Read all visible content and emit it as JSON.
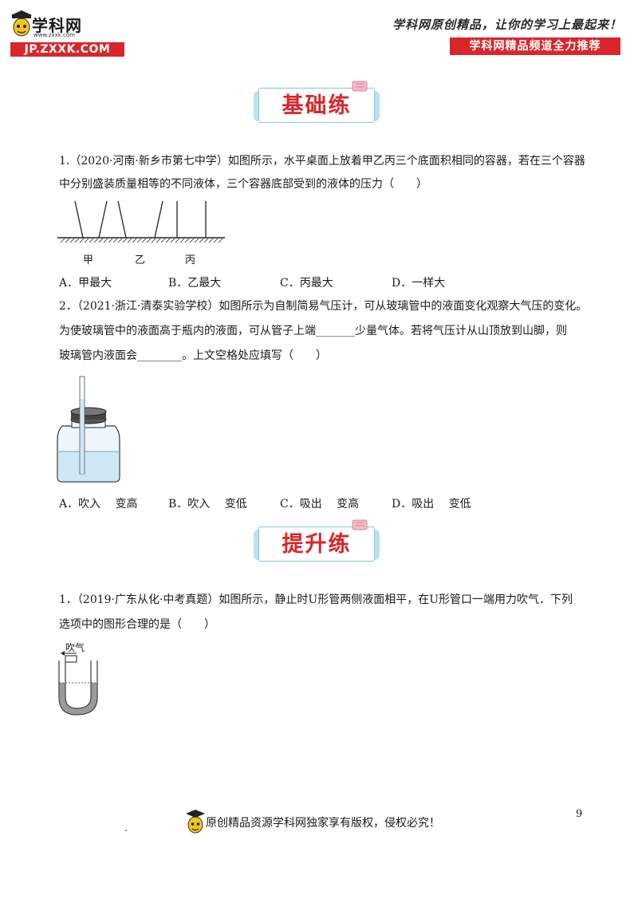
{
  "header": {
    "logo_name": "学科网",
    "logo_small_url": "www.zxxk.com",
    "logo_url": "JP.ZXXK.COM",
    "slogan": "学科网原创精品，让你的学习上最起来！",
    "recommend": "学科网精品频道全力推荐"
  },
  "sections": {
    "basic_title": "基础练",
    "advanced_title": "提升练"
  },
  "q1": {
    "line1": "1.（2020·河南·新乡市第七中学）如图所示，水平桌面上放着甲乙丙三个底面积相同的容器，若在三个容器",
    "line2": "中分别盛装质量相等的不同液体，三个容器底部受到的液体的压力（　　）",
    "labels": [
      "甲",
      "乙",
      "丙"
    ],
    "options": [
      "A．甲最大",
      "B．乙最大",
      "C．丙最大",
      "D．一样大"
    ]
  },
  "q2": {
    "line1": "2．（2021·浙江·清泰实验学校）如图所示为自制简易气压计，可从玻璃管中的液面变化观察大气压的变化。",
    "line2": "为使玻璃管中的液面高于瓶内的液面，可从管子上端_______少量气体。若将气压计从山顶放到山脚，则",
    "line3": "玻璃管内液面会________。上文空格处应填写（　　）",
    "options": [
      "A．吹入　 变高",
      "B．吹入　 变低",
      "C．吸出　 变高",
      "D．吸出　 变低"
    ]
  },
  "q3": {
    "line1": "1．（2019·广东从化·中考真题）如图所示，静止时U形管两侧液面相平，在U形管口一端用力吹气．下列",
    "line2": "选项中的图形合理的是（　　）",
    "blow_label": "吹气"
  },
  "footer": {
    "text": "原创精品资源学科网独家享有版权，侵权必究！",
    "page": "9",
    "dot": "."
  },
  "colors": {
    "brand_red": "#d9262c",
    "banner_blue": "#b8e3ef",
    "water": "#cfe8f5"
  }
}
